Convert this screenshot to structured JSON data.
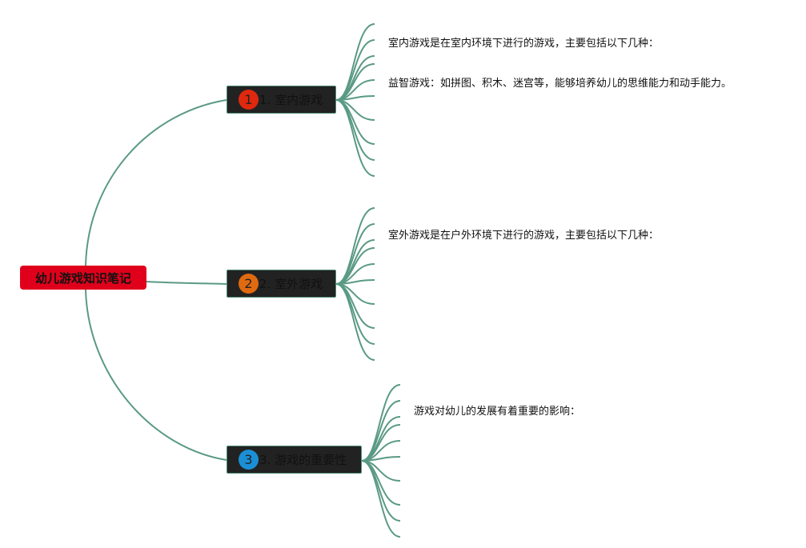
{
  "root": {
    "label": "幼儿游戏知识笔记",
    "color": "#e0001b"
  },
  "line_color": "#5a9a84",
  "topics": [
    {
      "label": "1. 室内游戏",
      "badge": "1",
      "badge_color": "#e0280e",
      "leaves": [
        "室内游戏是在室内环境下进行的游戏，主要包括以下几种：",
        "益智游戏：如拼图、积木、迷宫等，能够培养幼儿的思维能力和动手能力。"
      ]
    },
    {
      "label": "2. 室外游戏",
      "badge": "2",
      "badge_color": "#e06a10",
      "leaves": [
        "室外游戏是在户外环境下进行的游戏，主要包括以下几种："
      ]
    },
    {
      "label": "3. 游戏的重要性",
      "badge": "3",
      "badge_color": "#1b8fd6",
      "leaves": [
        "游戏对幼儿的发展有着重要的影响："
      ]
    }
  ]
}
